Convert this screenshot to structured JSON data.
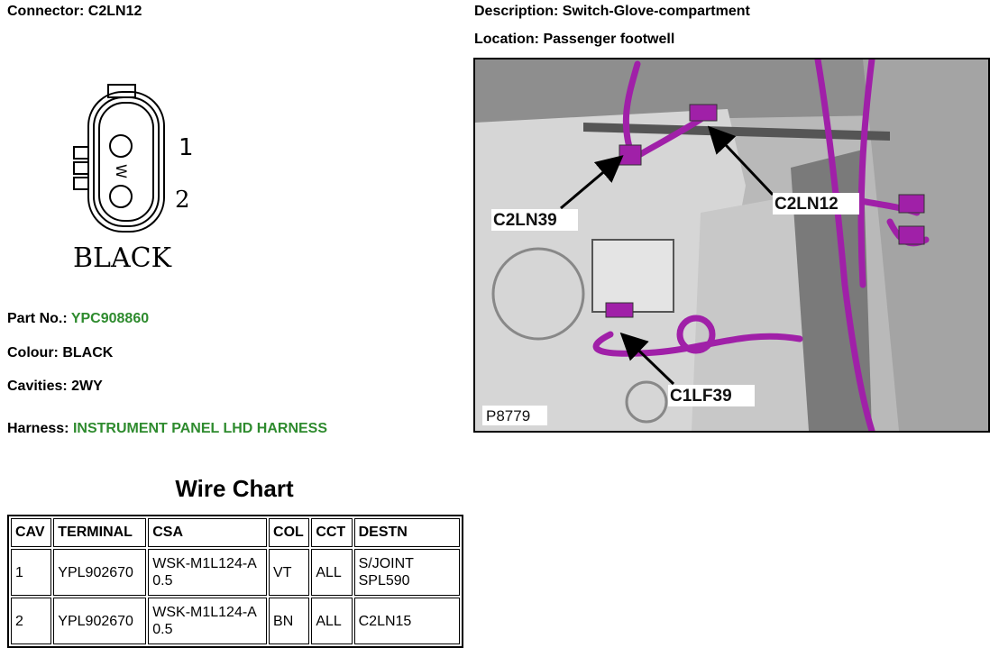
{
  "header": {
    "connector_label": "Connector:",
    "connector_value": "C2LN12",
    "description_label": "Description:",
    "description_value": "Switch-Glove-compartment",
    "location_label": "Location:",
    "location_value": "Passenger footwell"
  },
  "connector_figure": {
    "pin1": "1",
    "pin2": "2",
    "key_mark": "W",
    "colour_text": "BLACK"
  },
  "details": {
    "part_label": "Part No.:",
    "part_value": "YPC908860",
    "colour_label": "Colour:",
    "colour_value": "BLACK",
    "cavities_label": "Cavities:",
    "cavities_value": "2WY",
    "harness_label": "Harness:",
    "harness_value": "INSTRUMENT PANEL LHD HARNESS",
    "link_color": "#2e8b2e"
  },
  "wire_chart": {
    "title": "Wire Chart",
    "columns": [
      "CAV",
      "TERMINAL",
      "CSA",
      "COL",
      "CCT",
      "DESTN"
    ],
    "rows": [
      {
        "cav": "1",
        "terminal": "YPL902670",
        "csa": "WSK-M1L124-A 0.5",
        "col": "VT",
        "cct": "ALL",
        "destn": "S/JOINT SPL590"
      },
      {
        "cav": "2",
        "terminal": "YPL902670",
        "csa": "WSK-M1L124-A 0.5",
        "col": "BN",
        "cct": "ALL",
        "destn": "C2LN15"
      }
    ]
  },
  "location_photo": {
    "labels": {
      "c2ln39": "C2LN39",
      "c2ln12": "C2LN12",
      "c1lf39": "C1LF39"
    },
    "ref": "P8779",
    "harness_color": "#a020a8"
  }
}
